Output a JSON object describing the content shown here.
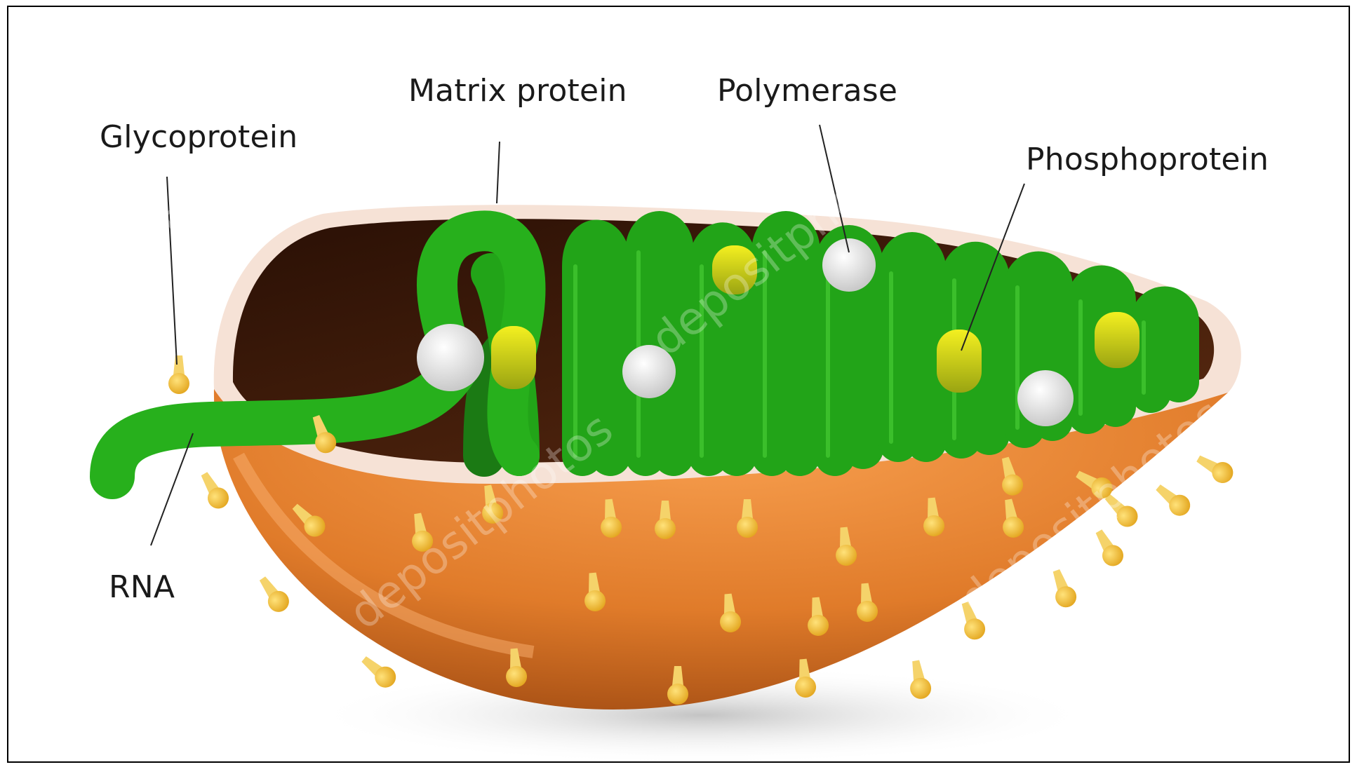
{
  "diagram": {
    "labels": {
      "glycoprotein": "Glycoprotein",
      "matrix_protein": "Matrix protein",
      "polymerase": "Polymerase",
      "phosphoprotein": "Phosphoprotein",
      "rna": "RNA"
    },
    "watermark": "depositphotos",
    "colors": {
      "envelope": "#e07b2a",
      "membrane": "#f6e2d6",
      "interior": "#3a1a0c",
      "rna": "#29b61f",
      "polymerase": "#f2f2f2",
      "phosphoprotein": "#d9d51a",
      "glycoprotein": "#f5c63a"
    }
  }
}
